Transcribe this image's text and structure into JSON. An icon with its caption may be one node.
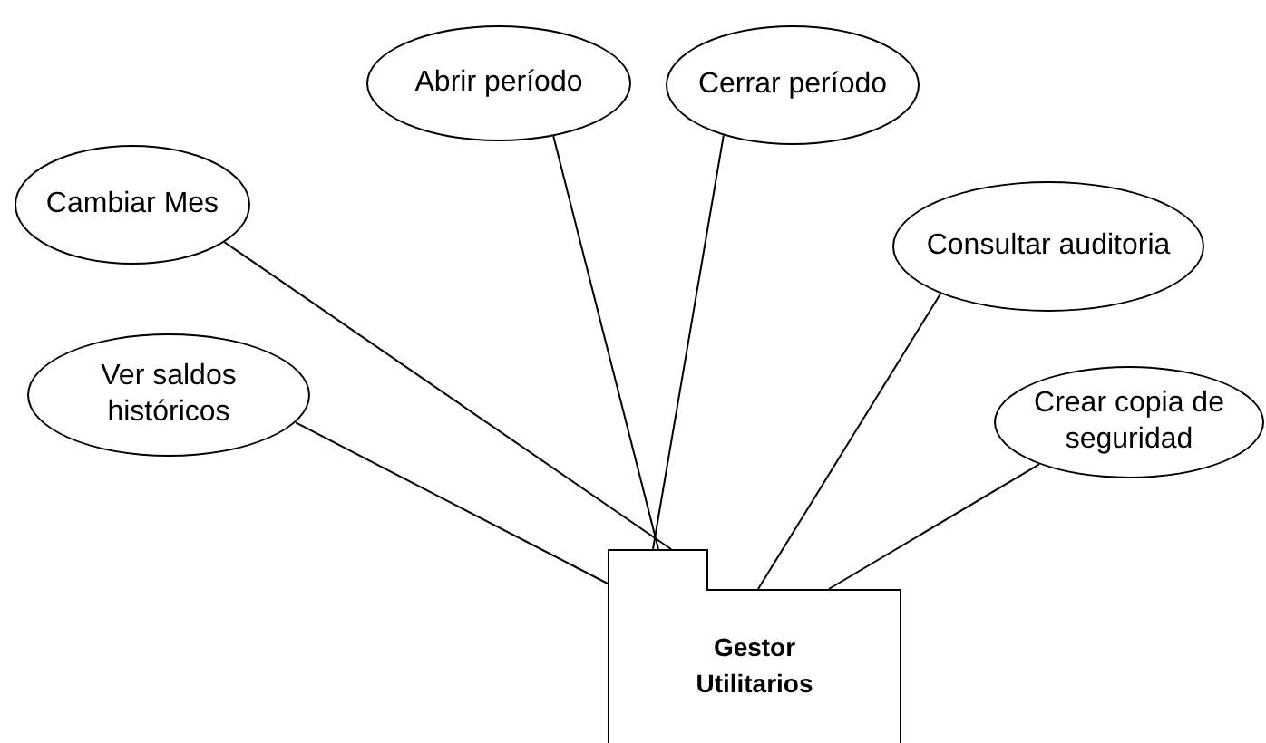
{
  "diagram": {
    "nodes": [
      {
        "text": [
          "Abrir período"
        ]
      },
      {
        "text": [
          "Cerrar período"
        ]
      },
      {
        "text": [
          "Cambiar Mes"
        ]
      },
      {
        "text": [
          "Consultar auditoria"
        ]
      },
      {
        "text": [
          "Ver saldos históricos"
        ]
      },
      {
        "text": [
          "Crear copia de seguridad"
        ]
      },
      {
        "text": [
          "Gestor Utilitarios"
        ]
      }
    ],
    "edges": [
      {
        "from": 0,
        "to": 6,
        "arrow": "none"
      },
      {
        "from": 1,
        "to": 6,
        "arrow": "none"
      },
      {
        "from": 2,
        "to": 6,
        "arrow": "none"
      },
      {
        "from": 3,
        "to": 6,
        "arrow": "none"
      },
      {
        "from": 4,
        "to": 6,
        "arrow": "none"
      },
      {
        "from": 5,
        "to": 6,
        "arrow": "none"
      }
    ]
  }
}
